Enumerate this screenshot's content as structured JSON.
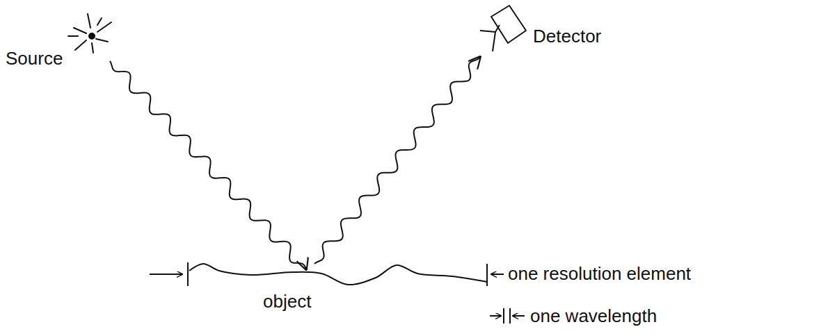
{
  "diagram": {
    "labels": [
      "Source",
      "Detector",
      "object",
      "one resolution element",
      "one wavelength"
    ]
  }
}
